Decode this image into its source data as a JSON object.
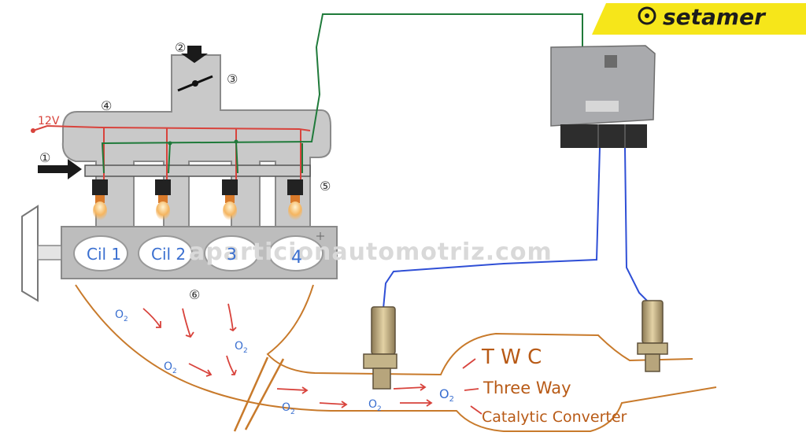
{
  "brand": {
    "name": "setamer",
    "banner_color": "#f6e61a",
    "text_color": "#1c1c1c"
  },
  "watermark": "aparticionautomotriz.com",
  "callouts": [
    "①",
    "②",
    "③",
    "④",
    "⑤",
    "⑥"
  ],
  "voltage_label": "12V",
  "cylinders": [
    "Cil 1",
    "Cil 2",
    "3",
    "4"
  ],
  "gas_labels": {
    "o2": "O",
    "sub": "2"
  },
  "converter": {
    "short": "T W C",
    "line1": "Three  Way",
    "line2": "Catalytic  Converter"
  },
  "colors": {
    "manifold": "#c9c9c9",
    "manifold_edge": "#8a8a8a",
    "engine_block": "#bdbdbd",
    "wire_red": "#d8433c",
    "wire_green": "#1f7a3a",
    "wire_blue": "#2f4fd6",
    "exhaust_outline": "#c87a2b",
    "ecu_body": "#a9aaad",
    "ecu_dark": "#2d2d2d"
  },
  "icons": [
    "throttle-arrow-icon",
    "air-inlet-arrow-icon",
    "ecu-icon",
    "oxygen-sensor-icon",
    "fuel-injector-icon"
  ]
}
